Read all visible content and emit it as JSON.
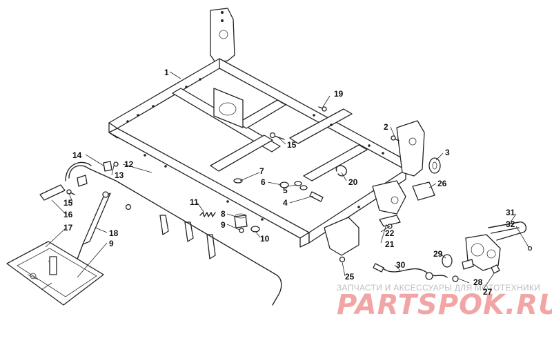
{
  "callouts": [
    {
      "id": "1",
      "text": "1"
    },
    {
      "id": "2",
      "text": "2"
    },
    {
      "id": "3",
      "text": "3"
    },
    {
      "id": "4",
      "text": "4"
    },
    {
      "id": "5",
      "text": "5"
    },
    {
      "id": "6",
      "text": "6"
    },
    {
      "id": "7",
      "text": "7"
    },
    {
      "id": "8",
      "text": "8"
    },
    {
      "id": "9a",
      "text": "9"
    },
    {
      "id": "9b",
      "text": "9"
    },
    {
      "id": "10",
      "text": "10"
    },
    {
      "id": "11",
      "text": "11"
    },
    {
      "id": "12",
      "text": "12"
    },
    {
      "id": "13",
      "text": "13"
    },
    {
      "id": "14",
      "text": "14"
    },
    {
      "id": "15a",
      "text": "15"
    },
    {
      "id": "15b",
      "text": "15"
    },
    {
      "id": "16",
      "text": "16"
    },
    {
      "id": "17",
      "text": "17"
    },
    {
      "id": "18",
      "text": "18"
    },
    {
      "id": "19",
      "text": "19"
    },
    {
      "id": "20",
      "text": "20"
    },
    {
      "id": "21",
      "text": "21"
    },
    {
      "id": "22",
      "text": "22"
    },
    {
      "id": "25",
      "text": "25"
    },
    {
      "id": "26",
      "text": "26"
    },
    {
      "id": "27",
      "text": "27"
    },
    {
      "id": "28",
      "text": "28"
    },
    {
      "id": "29",
      "text": "29"
    },
    {
      "id": "30",
      "text": "30"
    },
    {
      "id": "31",
      "text": "31"
    },
    {
      "id": "32",
      "text": "32"
    }
  ],
  "watermark": {
    "subtitle": "ЗАПЧАСТИ И АКСЕССУАРЫ ДЛЯ МОТОТЕХНИКИ",
    "brand": "PARTSPOK.RU"
  },
  "colors": {
    "line": "#222222",
    "watermark_brand": "#f2a5a5",
    "watermark_subtitle": "#bdbdbd",
    "background": "#ffffff"
  }
}
